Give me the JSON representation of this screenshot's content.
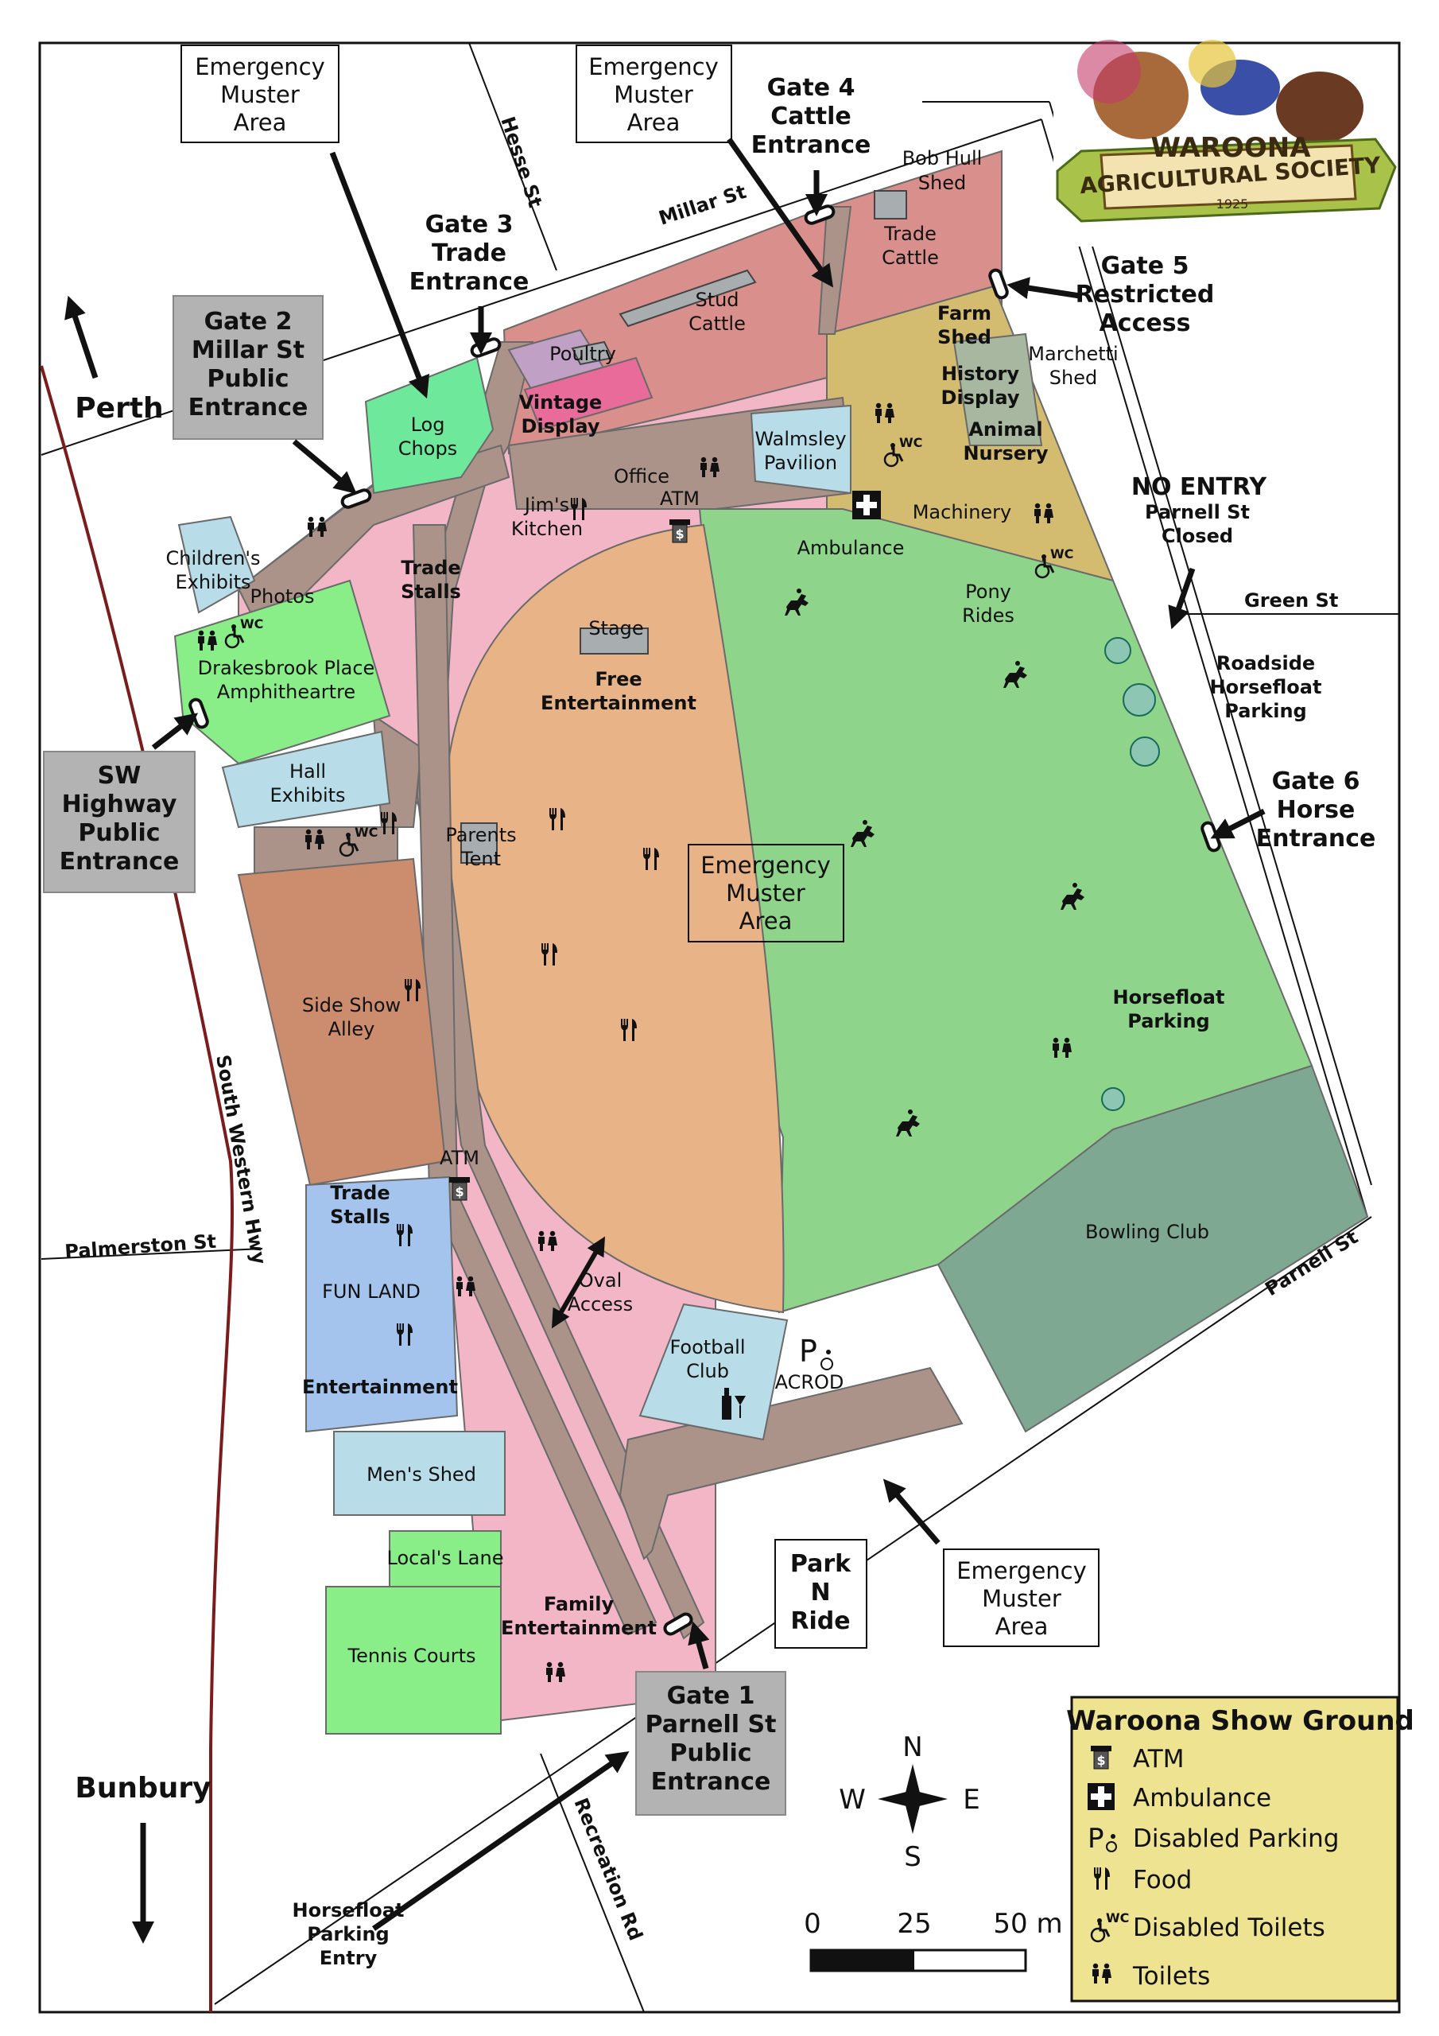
{
  "logo": {
    "name": "WAROONA",
    "subtitle": "AGRICULTURAL SOCIETY",
    "year": "1925"
  },
  "roads": {
    "hesse": "Hesse St",
    "millar": "Millar St",
    "green": "Green St",
    "parnell": "Parnell St",
    "palmerston": "Palmerston St",
    "sw_hwy": "South Western Hwy",
    "recreation": "Recreation Rd"
  },
  "directions": {
    "perth": "Perth",
    "bunbury": "Bunbury"
  },
  "gates": {
    "g1": [
      "Gate 1",
      "Parnell St",
      "Public",
      "Entrance"
    ],
    "g2": [
      "Gate 2",
      "Millar St",
      "Public",
      "Entrance"
    ],
    "g3": [
      "Gate 3",
      "Trade",
      "Entrance"
    ],
    "g4": [
      "Gate 4",
      "Cattle",
      "Entrance"
    ],
    "g5": [
      "Gate 5",
      "Restricted",
      "Access"
    ],
    "g6": [
      "Gate 6",
      "Horse",
      "Entrance"
    ],
    "sw": [
      "SW",
      "Highway",
      "Public",
      "Entrance"
    ]
  },
  "muster": {
    "a": [
      "Emergency",
      "Muster",
      "Area"
    ],
    "b": [
      "Emergency",
      "Muster",
      "Area"
    ],
    "c": [
      "Emergency",
      "Muster",
      "Area"
    ],
    "d": [
      "Emergency",
      "Muster",
      "Area"
    ]
  },
  "notices": {
    "no_entry": "NO ENTRY",
    "parnell_closed": [
      "Parnell St",
      "Closed"
    ],
    "roadside": [
      "Roadside",
      "Horsefloat",
      "Parking"
    ],
    "park_n_ride": [
      "Park",
      "N",
      "Ride"
    ],
    "horsefloat_entry": [
      "Horsefloat",
      "Parking",
      "Entry"
    ]
  },
  "areas": {
    "log_chops": [
      "Log",
      "Chops"
    ],
    "poultry": "Poultry",
    "vintage": [
      "Vintage",
      "Display"
    ],
    "stud_cattle": [
      "Stud",
      "Cattle"
    ],
    "trade_cattle": [
      "Trade",
      "Cattle"
    ],
    "bob_hull": [
      "Bob Hull",
      "Shed"
    ],
    "farm_shed": [
      "Farm",
      "Shed"
    ],
    "history": [
      "History",
      "Display"
    ],
    "animal_nursery": [
      "Animal",
      "Nursery"
    ],
    "marchetti": [
      "Marchetti",
      "Shed"
    ],
    "walmsley": [
      "Walmsley",
      "Pavilion"
    ],
    "office": "Office",
    "atm": "ATM",
    "jims": [
      "Jim's",
      "Kitchen"
    ],
    "ambulance": "Ambulance",
    "machinery": "Machinery",
    "pony": [
      "Pony",
      "Rides"
    ],
    "childrens": [
      "Children's",
      "Exhibits"
    ],
    "photos": "Photos",
    "drakesbrook": [
      "Drakesbrook  Place",
      "Amphitheartre"
    ],
    "trade_stalls_a": [
      "Trade",
      "Stalls"
    ],
    "stage": "Stage",
    "free_ent": [
      "Free",
      "Entertainment"
    ],
    "hall": [
      "Hall",
      "Exhibits"
    ],
    "parents": [
      "Parents",
      "Tent"
    ],
    "muster_oval": [
      "Emergency",
      "Muster",
      "Area"
    ],
    "sideshow": [
      "Side Show",
      "Alley"
    ],
    "horsefloat_parking": [
      "Horsefloat",
      "Parking"
    ],
    "trade_stalls_b": [
      "Trade",
      "Stalls"
    ],
    "fun_land": "FUN LAND",
    "entertainment": "Entertainment",
    "oval_access": [
      "Oval",
      "Access"
    ],
    "football": [
      "Football",
      "Club"
    ],
    "acrod": "ACROD",
    "bowling": "Bowling Club",
    "mens_shed": "Men's Shed",
    "locals_lane": "Local's Lane",
    "tennis": "Tennis Courts",
    "family": [
      "Family",
      "Entertainment"
    ]
  },
  "legend": {
    "title": "Waroona Show Ground",
    "items": [
      {
        "icon": "atm-icon",
        "label": "ATM"
      },
      {
        "icon": "ambulance-icon",
        "label": "Ambulance"
      },
      {
        "icon": "disabled-parking-icon",
        "label": "Disabled Parking"
      },
      {
        "icon": "food-icon",
        "label": "Food"
      },
      {
        "icon": "disabled-toilets-icon",
        "label": "Disabled Toilets"
      },
      {
        "icon": "toilets-icon",
        "label": "Toilets"
      }
    ]
  },
  "compass": {
    "n": "N",
    "s": "S",
    "e": "E",
    "w": "W"
  },
  "scale": {
    "labels": [
      "0",
      "25",
      "50 m"
    ]
  },
  "colors": {
    "trade": "#f2b6c6",
    "road": "#ab938a",
    "oval": "#e8b487",
    "grass": "#8ed48a",
    "pavilion": "#b8dde8",
    "sideshow": "#cc8c6e",
    "funland": "#a4c4ee",
    "bowling": "#7ea891",
    "amphitheatre": "#8aee88",
    "cattle": "#d98f8c",
    "machinery": "#d3bb70",
    "legend_bg": "#ede391"
  }
}
